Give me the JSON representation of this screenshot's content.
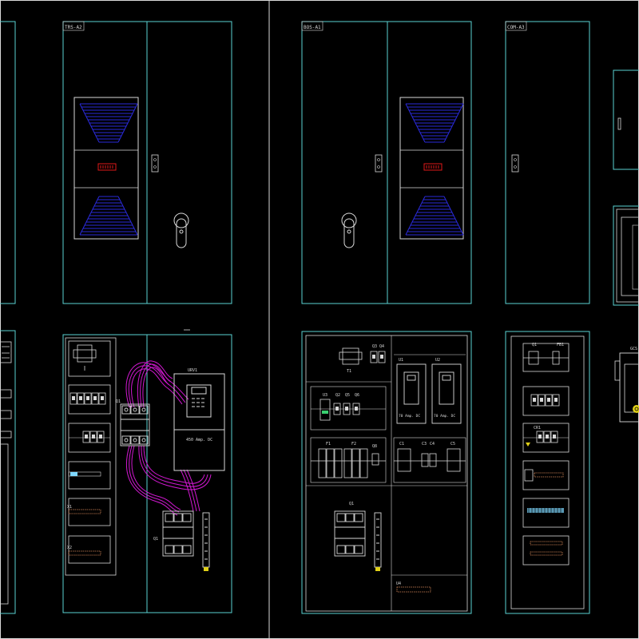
{
  "colors": {
    "background": "#000000",
    "outline": "#5ad2d2",
    "detail": "#d9d9d9",
    "vent": "#2a2ad8",
    "display": "#e01818",
    "cable": "#d018d0",
    "terminal": "#7fd8ff",
    "terminal_green": "#3ad070",
    "warning": "#e0d018"
  },
  "cabinets": {
    "trs": "TRS-A2",
    "bos": "BOS-A1",
    "com": "COM-A3"
  },
  "left_panel": {
    "q1_top": "Q1",
    "x1": "X1",
    "x2": "X2",
    "q1_bottom": "Q1",
    "drive_tag": "URV1",
    "drive_rating": "450 Amp. DC"
  },
  "mid_panel": {
    "t1": "T1",
    "q3q4": "Q3 Q4",
    "u1": "U1",
    "u2": "U2",
    "rating1": "70 Amp. DC",
    "rating2": "70 Amp. DC",
    "u3": "U3",
    "q2": "Q2",
    "q5": "Q5",
    "q6": "Q6",
    "f1": "F1",
    "f2": "F2",
    "q8": "Q8",
    "c1": "C1",
    "c3": "C3",
    "c4": "C4",
    "c5": "C5",
    "q1": "Q1",
    "u4": "U4"
  },
  "com_panel": {
    "q1": "Q1",
    "fb1": "FB1",
    "cr1": "CR1",
    "gcs": "GCS"
  }
}
